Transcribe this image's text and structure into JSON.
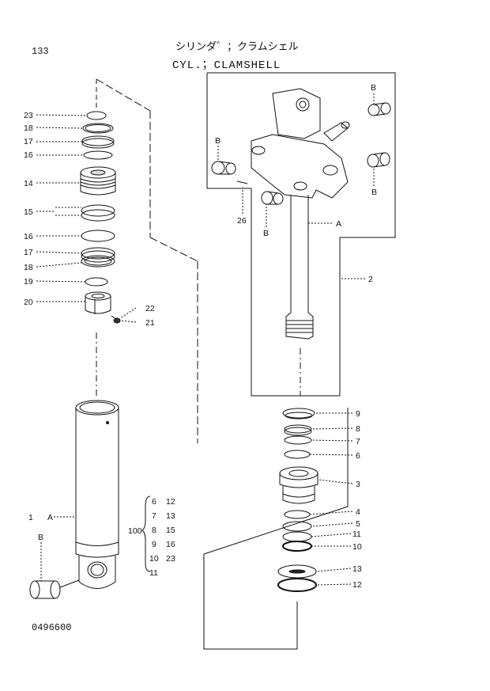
{
  "header": {
    "page_number": "133",
    "title_jp": "シリンダ゛；クラムシェル",
    "title_en": "CYL.；CLAMSHELL"
  },
  "footer": {
    "drawing_code": "0496600"
  },
  "callouts": {
    "c23": "23",
    "c18a": "18",
    "c17a": "17",
    "c16a": "16",
    "c14": "14",
    "c15": "15",
    "c16b": "16",
    "c17b": "17",
    "c18b": "18",
    "c19": "19",
    "c20": "20",
    "c22": "22",
    "c21": "21",
    "c1": "1",
    "cA_left": "A",
    "cB_left": "B",
    "cB1": "B",
    "cB2": "B",
    "cB3": "B",
    "cB4": "B",
    "c26": "26",
    "cA_right": "A",
    "c2": "2",
    "c9": "9",
    "c8": "8",
    "c7": "7",
    "c6": "6",
    "c3": "3",
    "c4": "4",
    "c5": "5",
    "c11": "11",
    "c10": "10",
    "c13": "13",
    "c12": "12"
  },
  "kit": {
    "label": "100",
    "rows": [
      [
        "6",
        "12"
      ],
      [
        "7",
        "13"
      ],
      [
        "8",
        "15"
      ],
      [
        "9",
        "16"
      ],
      [
        "10",
        "23"
      ],
      [
        "11",
        ""
      ]
    ]
  }
}
